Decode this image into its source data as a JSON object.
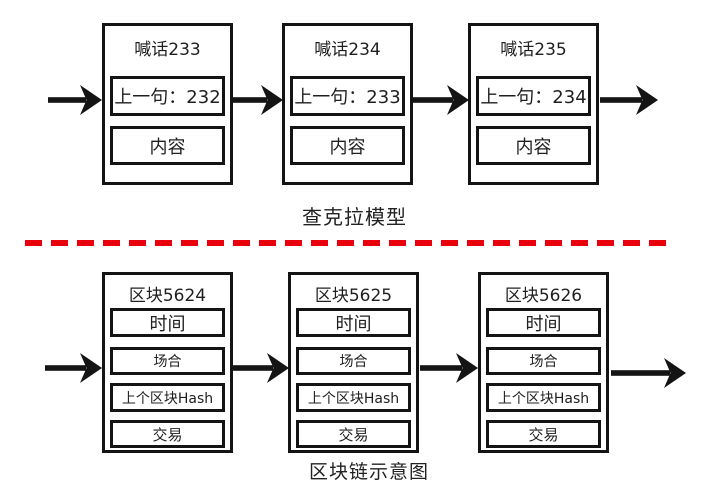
{
  "colors": {
    "divider_red": "#e8000d",
    "ink_black": "#141414"
  },
  "top_section": {
    "caption": "查克拉模型",
    "nodes": [
      {
        "title": "喊话233",
        "prev_label": "上一句：232",
        "content_label": "内容"
      },
      {
        "title": "喊话234",
        "prev_label": "上一句：233",
        "content_label": "内容"
      },
      {
        "title": "喊话235",
        "prev_label": "上一句：234",
        "content_label": "内容"
      }
    ]
  },
  "bottom_section": {
    "caption": "区块链示意图",
    "nodes": [
      {
        "title": "区块5624",
        "rows": [
          "时间",
          "场合",
          "上个区块Hash",
          "交易"
        ]
      },
      {
        "title": "区块5625",
        "rows": [
          "时间",
          "场合",
          "上个区块Hash",
          "交易"
        ]
      },
      {
        "title": "区块5626",
        "rows": [
          "时间",
          "场合",
          "上个区块Hash",
          "交易"
        ]
      }
    ]
  }
}
